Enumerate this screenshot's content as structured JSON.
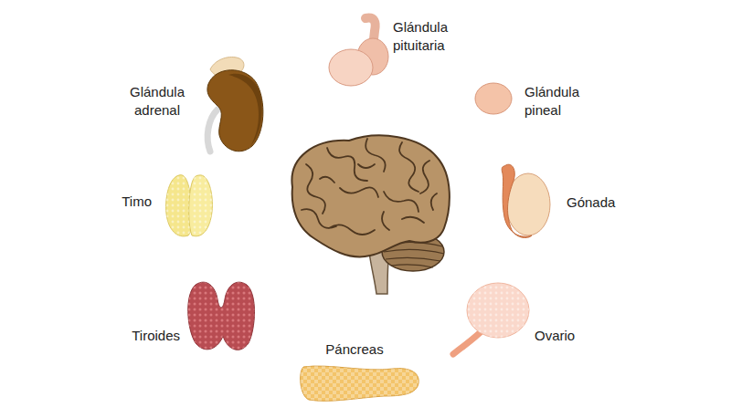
{
  "diagram": {
    "labels": [
      "Glándula pituitaria",
      "Glándula adrenal",
      "Glándula pineal",
      "Timo",
      "Gónada",
      "Tiroides",
      "Ovario",
      "Páncreas"
    ]
  }
}
